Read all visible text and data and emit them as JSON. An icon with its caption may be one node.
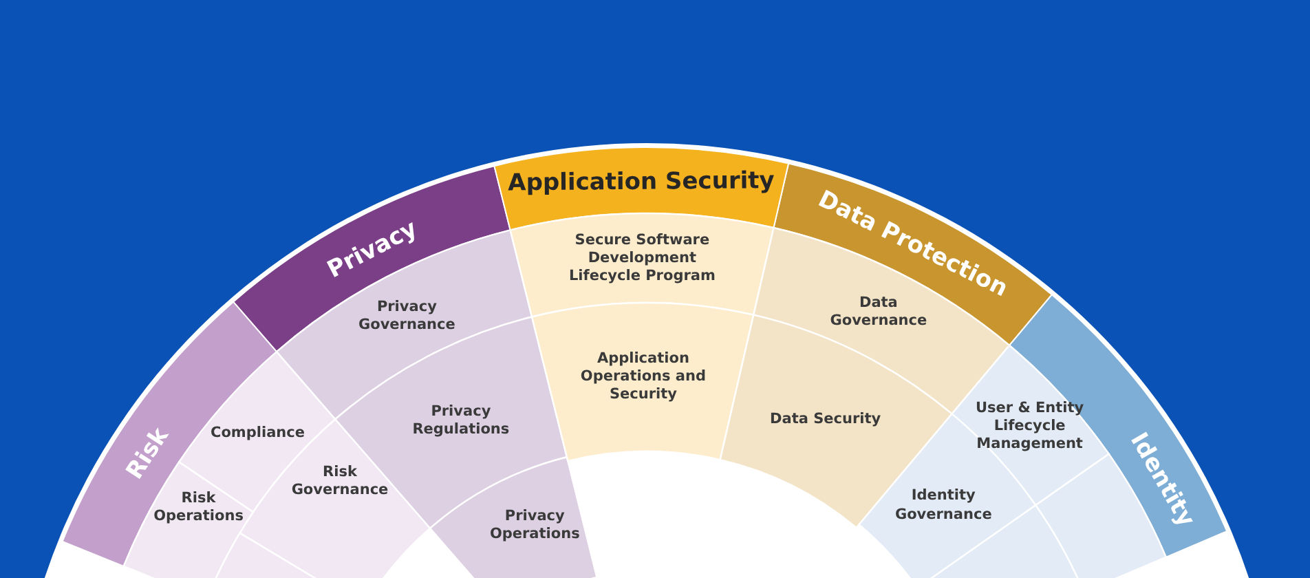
{
  "diagram": {
    "nodes": [
      {
        "text": [
          "Risk"
        ]
      },
      {
        "text": [
          "Compliance"
        ]
      },
      {
        "text": [
          "Risk Governance"
        ]
      },
      {
        "text": [
          "Risk Operations"
        ]
      },
      {
        "text": [],
        "shape": "box"
      },
      {
        "text": [
          "Privacy"
        ]
      },
      {
        "text": [
          "Privacy Governance"
        ]
      },
      {
        "text": [
          "Privacy Regulations"
        ]
      },
      {
        "text": [
          "Privacy Operations"
        ]
      },
      {
        "text": [
          "Application Security"
        ]
      },
      {
        "text": [
          "Secure Software Development Lifecycle Program"
        ]
      },
      {
        "text": [
          "Application Operations and Security"
        ]
      },
      {
        "text": [
          "Data Protection"
        ]
      },
      {
        "text": [
          "Data Governance"
        ]
      },
      {
        "text": [
          "Data Security"
        ]
      },
      {
        "text": [
          "Identity"
        ]
      },
      {
        "text": [
          "User & Entity Lifecycle Management"
        ]
      },
      {
        "text": [
          "Identity Governance"
        ]
      },
      {
        "text": [],
        "shape": "box"
      },
      {
        "text": [],
        "shape": "box"
      }
    ]
  }
}
